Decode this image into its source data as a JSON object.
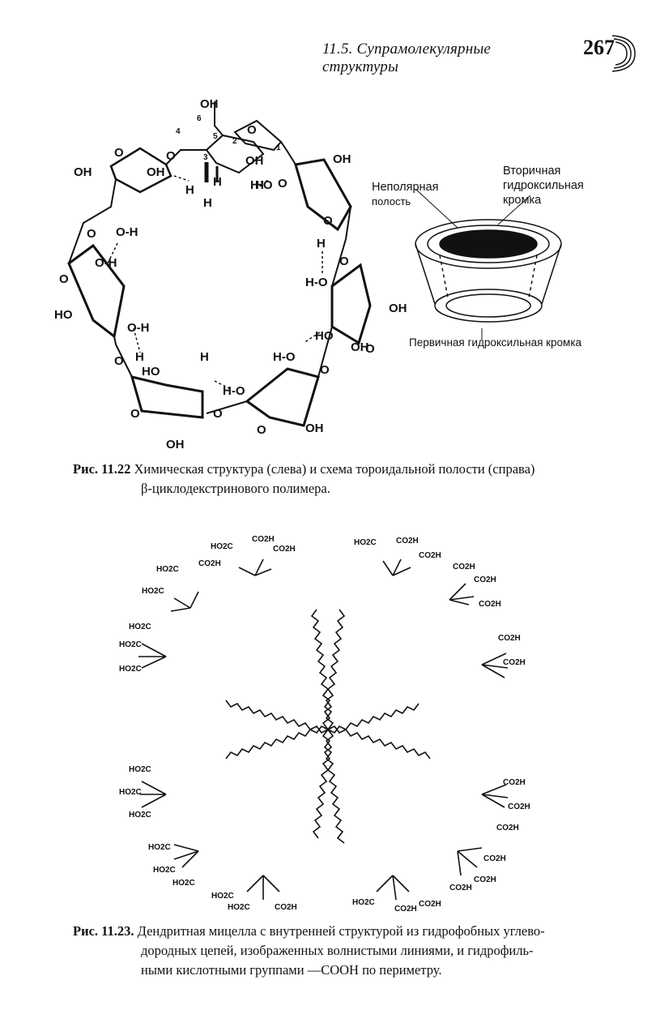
{
  "header": {
    "section_title": "11.5. Супрамолекулярные структуры",
    "page_number": "267"
  },
  "figure_1": {
    "structure_labels": [
      "OH",
      "OH",
      "OH",
      "OH",
      "OH",
      "HO",
      "OH",
      "OH",
      "OH",
      "HO",
      "H",
      "H",
      "H",
      "H",
      "H",
      "H",
      "H",
      "O-H",
      "O-H",
      "O-H",
      "H-O",
      "H-O",
      "H-O",
      "H-O",
      "HO",
      "OH",
      "O",
      "O",
      "O",
      "O",
      "O",
      "O",
      "O",
      "O",
      "O",
      "O",
      "O",
      "O",
      "O",
      "O",
      "6",
      "5",
      "4",
      "3",
      "2",
      "1"
    ],
    "cone_labels": {
      "cavity": "Неполярная полость",
      "cavity_line1": "Неполярная",
      "cavity_line2": "полость",
      "secondary_line1": "Вторичная",
      "secondary_line2": "гидроксильная",
      "secondary_line3": "кромка",
      "primary": "Первичная гидроксильная кромка"
    },
    "caption_label": "Рис. 11.22",
    "caption_line1": "Химическая структура (слева) и схема тороидальной полости (справа)",
    "caption_line2": "β-циклодекстринового полимера."
  },
  "figure_2": {
    "group_labels": [
      "HO2C",
      "CO2H",
      "CO2H",
      "HO2C",
      "CO2H",
      "CO2H",
      "HO2C",
      "CO2H",
      "HO2C",
      "CO2H",
      "CO2H",
      "HO2C",
      "HO2C",
      "HO2C",
      "CO2H",
      "CO2H",
      "CO2H",
      "HO2C",
      "HO2C",
      "HO2C",
      "CO2H",
      "CO2H",
      "CO2H",
      "HO2C",
      "HO2C",
      "HO2C",
      "CO2H",
      "CO2H",
      "CO2H",
      "HO2C",
      "HO2C",
      "CO2H",
      "HO2C",
      "CO2H",
      "CO2H"
    ],
    "caption_label": "Рис. 11.23.",
    "caption_line1": "Дендритная мицелла с внутренней структурой из гидрофобных углево-",
    "caption_line2": "дородных цепей, изображенных волнистыми линиями, и гидрофиль-",
    "caption_line3": "ными кислотными группами —COOH по периметру."
  }
}
